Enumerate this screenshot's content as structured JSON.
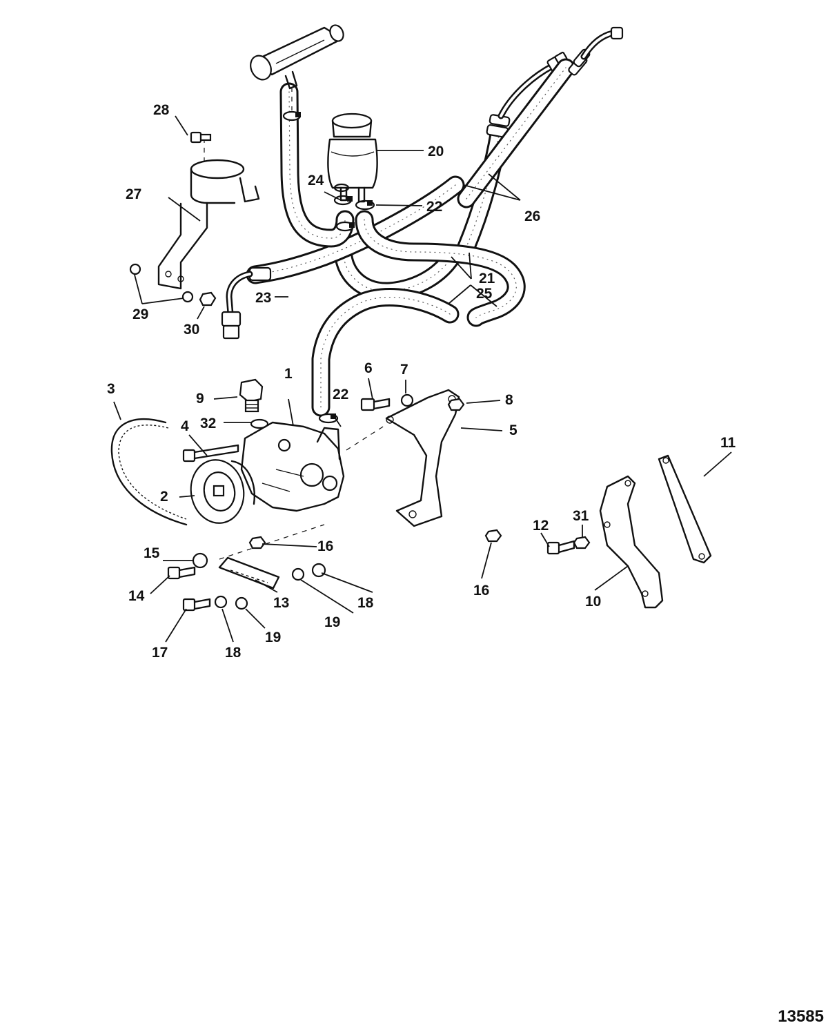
{
  "figure_number": "13585",
  "callouts": [
    {
      "id": "c1",
      "label": "1"
    },
    {
      "id": "c2",
      "label": "2"
    },
    {
      "id": "c3",
      "label": "3"
    },
    {
      "id": "c4",
      "label": "4"
    },
    {
      "id": "c5",
      "label": "5"
    },
    {
      "id": "c6",
      "label": "6"
    },
    {
      "id": "c7",
      "label": "7"
    },
    {
      "id": "c8",
      "label": "8"
    },
    {
      "id": "c9",
      "label": "9"
    },
    {
      "id": "c10",
      "label": "10"
    },
    {
      "id": "c11",
      "label": "11"
    },
    {
      "id": "c12",
      "label": "12"
    },
    {
      "id": "c13",
      "label": "13"
    },
    {
      "id": "c14",
      "label": "14"
    },
    {
      "id": "c15",
      "label": "15"
    },
    {
      "id": "c16a",
      "label": "16"
    },
    {
      "id": "c16b",
      "label": "16"
    },
    {
      "id": "c17",
      "label": "17"
    },
    {
      "id": "c18a",
      "label": "18"
    },
    {
      "id": "c18b",
      "label": "18"
    },
    {
      "id": "c19a",
      "label": "19"
    },
    {
      "id": "c19b",
      "label": "19"
    },
    {
      "id": "c20",
      "label": "20"
    },
    {
      "id": "c21",
      "label": "21"
    },
    {
      "id": "c22a",
      "label": "22"
    },
    {
      "id": "c22b",
      "label": "22"
    },
    {
      "id": "c23",
      "label": "23"
    },
    {
      "id": "c24",
      "label": "24"
    },
    {
      "id": "c25",
      "label": "25"
    },
    {
      "id": "c26",
      "label": "26"
    },
    {
      "id": "c27",
      "label": "27"
    },
    {
      "id": "c28",
      "label": "28"
    },
    {
      "id": "c29",
      "label": "29"
    },
    {
      "id": "c30",
      "label": "30"
    },
    {
      "id": "c31",
      "label": "31"
    },
    {
      "id": "c32",
      "label": "32"
    }
  ]
}
